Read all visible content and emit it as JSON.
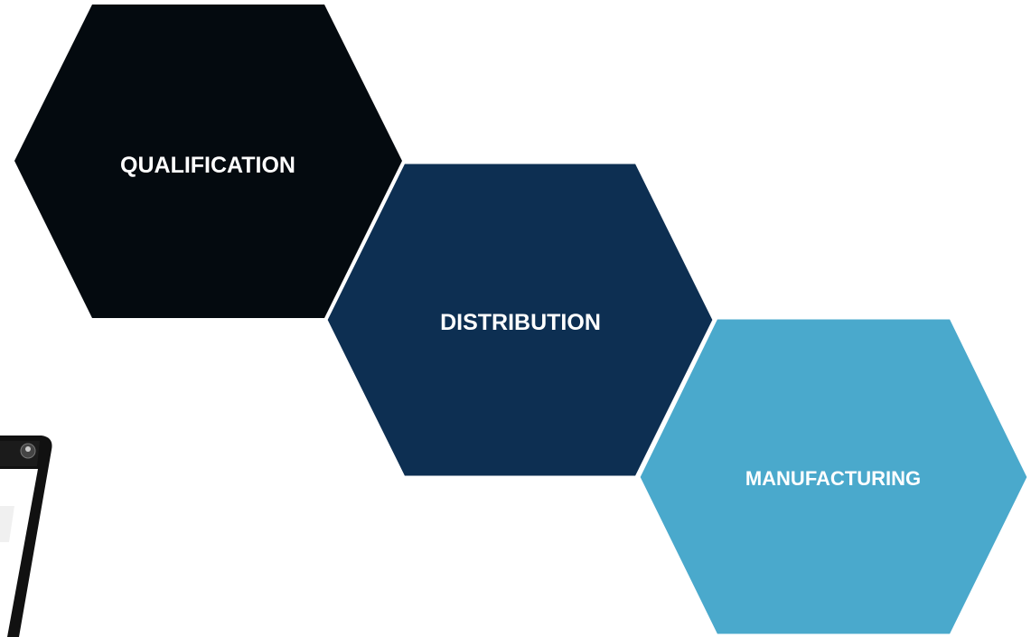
{
  "hexagons": [
    {
      "label": "QUALIFICATION",
      "fill": "#040a0f"
    },
    {
      "label": "DISTRIBUTION",
      "fill": "#0d2f52"
    },
    {
      "label": "MANUFACTURING",
      "fill": "#4aa9cc"
    }
  ],
  "device": {
    "frame_color": "#111111"
  }
}
